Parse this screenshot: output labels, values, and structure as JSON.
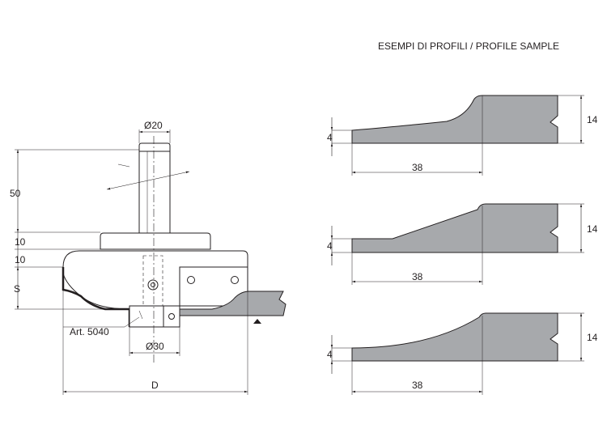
{
  "title": "ESEMPI DI PROFILI / PROFILE SAMPLE",
  "tool": {
    "shank_diameter": "Ø20",
    "bearing_diameter": "Ø30",
    "dim_height": "50",
    "dim_collar": "10",
    "dim_top_cutter": "10",
    "dim_s": "S",
    "dim_d": "D",
    "article_label": "Art. 5040"
  },
  "profiles": [
    {
      "thickness": "4",
      "height": "14",
      "width": "38"
    },
    {
      "thickness": "4",
      "height": "14",
      "width": "38"
    },
    {
      "thickness": "4",
      "height": "14",
      "width": "38"
    }
  ],
  "colors": {
    "profile_fill": "#a7a9ac",
    "line": "#231f20"
  }
}
